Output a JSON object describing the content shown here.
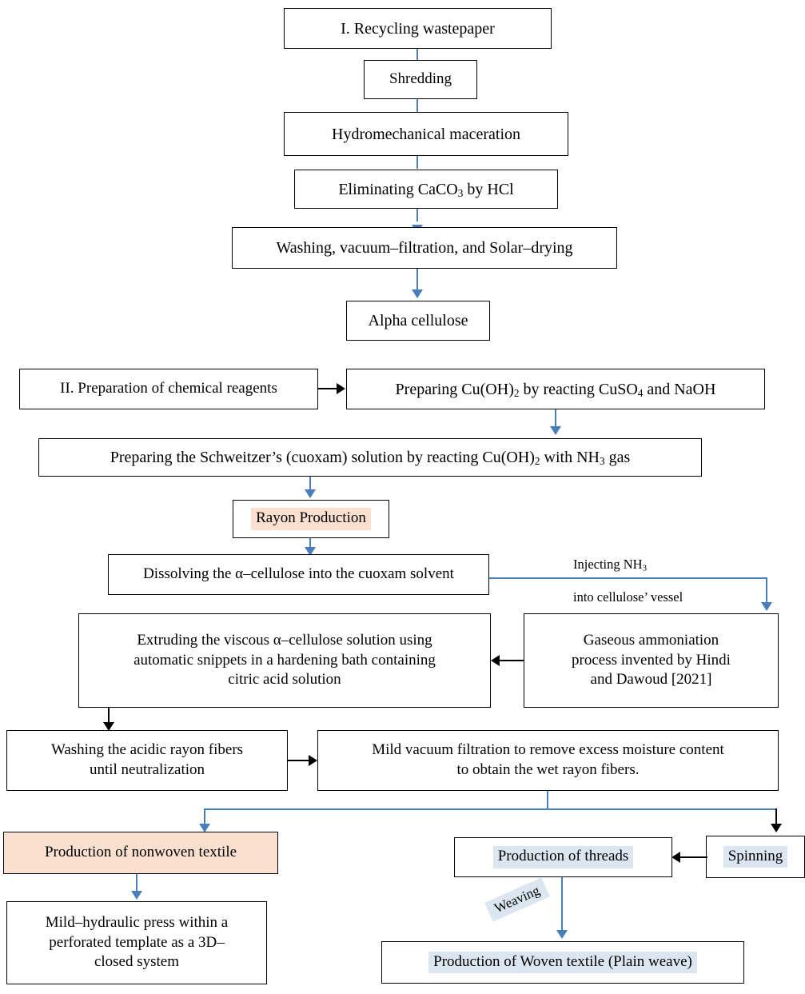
{
  "diagram": {
    "title": "Rayon production flowchart from recycled wastepaper",
    "colors": {
      "arrow_blue": "#4a7ebb",
      "arrow_black": "#000000",
      "highlight_peach": "#fbe0d0",
      "highlight_blue": "#dce6f1",
      "box_border": "#000000",
      "background": "#ffffff"
    },
    "nodes": [
      {
        "id": "recycling-wastepaper",
        "label": "I. Recycling wastepaper"
      },
      {
        "id": "shredding",
        "label": "Shredding"
      },
      {
        "id": "hydromechanical-maceration",
        "label": "Hydromechanical maceration"
      },
      {
        "id": "eliminating-caco3",
        "label_prefix": "Eliminating CaCO",
        "label_sub": "3",
        "label_suffix": " by HCl"
      },
      {
        "id": "washing-vacuum-solar",
        "label": "Washing, vacuum–filtration, and Solar–drying"
      },
      {
        "id": "alpha-cellulose",
        "label": "Alpha cellulose"
      },
      {
        "id": "preparation-chemical-reagents",
        "label": "II. Preparation of chemical reagents"
      },
      {
        "id": "preparing-cu-oh-2",
        "label": "Preparing Cu(OH)2 by reacting CuSO4 and NaOH"
      },
      {
        "id": "preparing-schweitzer-solution",
        "label": "Preparing the Schweitzer’s (cuoxam) solution by reacting Cu(OH)2 with NH3 gas"
      },
      {
        "id": "rayon-production",
        "label": "Rayon Production"
      },
      {
        "id": "dissolving-alpha-cellulose",
        "label": "Dissolving the α–cellulose into the cuoxam solvent"
      },
      {
        "id": "gaseous-ammoniation",
        "label": "Gaseous ammoniation process invented by Hindi and Dawoud [2021]"
      },
      {
        "id": "extruding-viscous-solution",
        "label": "Extruding the viscous α–cellulose solution using automatic snippets in a hardening bath containing citric acid solution"
      },
      {
        "id": "washing-acidic-rayon",
        "label": "Washing the acidic rayon fibers until neutralization"
      },
      {
        "id": "mild-vacuum-filtration",
        "label": "Mild vacuum filtration to remove excess moisture content to obtain the wet rayon fibers."
      },
      {
        "id": "production-nonwoven-textile",
        "label": "Production of nonwoven textile"
      },
      {
        "id": "production-threads",
        "label": "Production of threads"
      },
      {
        "id": "spinning",
        "label": "Spinning"
      },
      {
        "id": "mild-hydraulic-press",
        "label": "Mild–hydraulic press within a perforated template as a 3D–closed system"
      },
      {
        "id": "production-woven-textile",
        "label": "Production of Woven textile (Plain weave)"
      }
    ],
    "text": {
      "recycling_wastepaper": "I. Recycling wastepaper",
      "shredding": "Shredding",
      "hydromechanical_maceration": "Hydromechanical maceration",
      "eliminating_caco3_a": "Eliminating CaCO",
      "eliminating_caco3_sub": "3",
      "eliminating_caco3_b": " by HCl",
      "washing_vacuum_solar": "Washing, vacuum–filtration, and Solar–drying",
      "alpha_cellulose": "Alpha cellulose",
      "preparation_chemical_reagents": "II. Preparation of chemical reagents",
      "preparing_cu_a": "Preparing Cu(OH)",
      "preparing_cu_sub1": "2",
      "preparing_cu_b": " by reacting CuSO",
      "preparing_cu_sub2": "4",
      "preparing_cu_c": " and NaOH",
      "schweitzer_a": "Preparing the Schweitzer’s (cuoxam) solution by reacting Cu(OH)",
      "schweitzer_sub1": "2",
      "schweitzer_b": " with NH",
      "schweitzer_sub2": "3",
      "schweitzer_c": " gas",
      "rayon_production": "Rayon Production",
      "dissolving_alpha_cellulose": "Dissolving the α–cellulose into the cuoxam solvent",
      "injecting_line1_a": "Injecting NH",
      "injecting_line1_sub": "3",
      "injecting_line2": "into cellulose’ vessel",
      "gaseous_line1": "Gaseous ammoniation",
      "gaseous_line2": "process invented by Hindi",
      "gaseous_line3": "and Dawoud [2021]",
      "extruding_line1": "Extruding the viscous α–cellulose solution using",
      "extruding_line2": "automatic snippets in a hardening bath containing",
      "extruding_line3": "citric acid solution",
      "washing_acidic_line1": "Washing the acidic rayon fibers",
      "washing_acidic_line2": "until neutralization",
      "mild_vacuum_line1": "Mild vacuum filtration to remove excess moisture content",
      "mild_vacuum_line2": "to obtain the wet rayon fibers.",
      "production_nonwoven": "Production of nonwoven textile",
      "production_threads": "Production of threads",
      "spinning": "Spinning",
      "weaving": "Weaving",
      "hydraulic_line1": "Mild–hydraulic press within a",
      "hydraulic_line2": "perforated template as a 3D–",
      "hydraulic_line3": "closed system",
      "production_woven": "Production of Woven textile (Plain weave)"
    }
  }
}
